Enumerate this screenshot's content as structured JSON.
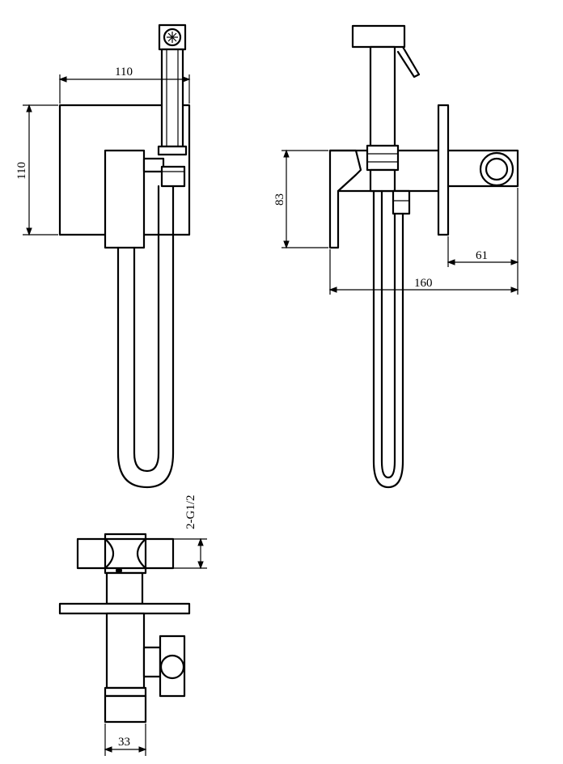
{
  "dimensions": {
    "front_width": "110",
    "front_height": "110",
    "side_height": "83",
    "side_depth": "61",
    "side_total": "160",
    "bottom_thread": "2-G1/2",
    "bottom_width": "33"
  },
  "colors": {
    "line": "#000000",
    "background": "#ffffff"
  }
}
